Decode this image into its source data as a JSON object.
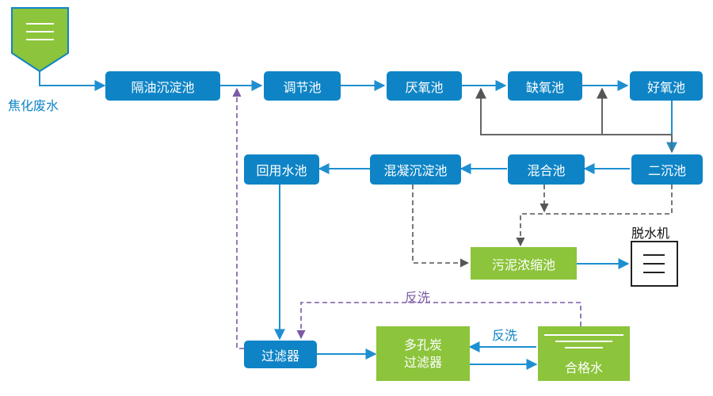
{
  "colors": {
    "process": "#0e84c6",
    "green": "#8cc43c",
    "arrow_blue": "#1e8fd0",
    "return_gray": "#666666",
    "dashed_gray": "#555555",
    "backwash_purple": "#7b5aa6"
  },
  "icons": {
    "source": "funnel-icon",
    "dewatering_machine": "box-lines-icon",
    "clean_water": "water-lines-icon"
  },
  "source": {
    "label": "焦化废水"
  },
  "nodes": {
    "oil_sep": "隔油沉淀池",
    "regulating": "调节池",
    "anaerobic": "厌氧池",
    "anoxic": "缺氧池",
    "aerobic": "好氧池",
    "secondary": "二沉池",
    "mixing": "混合池",
    "coag_sed": "混凝沉淀池",
    "reuse": "回用水池",
    "sludge": "污泥浓缩池",
    "dewater_label": "脱水机",
    "filter": "过滤器",
    "carbon_filter_1": "多孔炭",
    "carbon_filter_2": "过滤器",
    "clean_water": "合格水"
  },
  "labels": {
    "backwash_top": "反洗",
    "backwash_right": "反洗"
  }
}
